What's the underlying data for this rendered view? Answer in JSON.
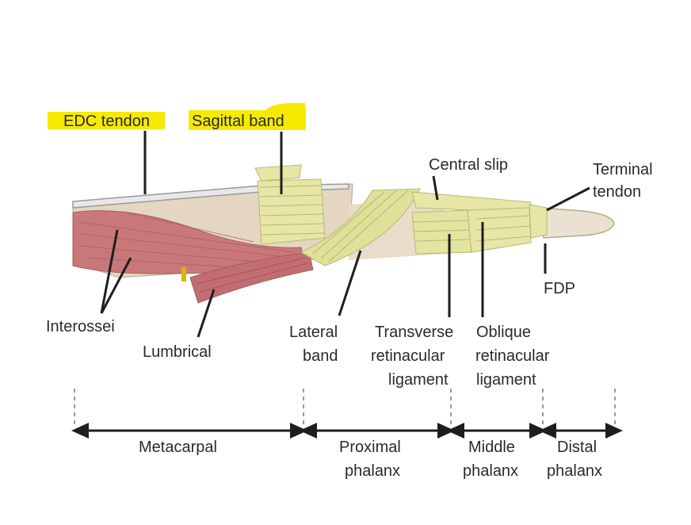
{
  "labels": {
    "edc_tendon": "EDC tendon",
    "sagittal_band": "Sagittal band",
    "central_slip": "Central slip",
    "terminal_tendon_1": "Terminal",
    "terminal_tendon_2": "tendon",
    "fdp": "FDP",
    "interossei": "Interossei",
    "lumbrical": "Lumbrical",
    "lateral_band_1": "Lateral",
    "lateral_band_2": "band",
    "transverse_1": "Transverse",
    "transverse_2": "retinacular",
    "transverse_3": "ligament",
    "oblique_1": "Oblique",
    "oblique_2": "retinacular",
    "oblique_3": "ligament"
  },
  "bones": {
    "metacarpal": "Metacarpal",
    "proximal_1": "Proximal",
    "proximal_2": "phalanx",
    "middle_1": "Middle",
    "middle_2": "phalanx",
    "distal_1": "Distal",
    "distal_2": "phalanx"
  },
  "colors": {
    "highlight": "#f5ea00",
    "muscle": "#c9787a",
    "tendon": "#e6e7a6",
    "bone": "#e9dccb",
    "line": "#1e1e1e"
  }
}
